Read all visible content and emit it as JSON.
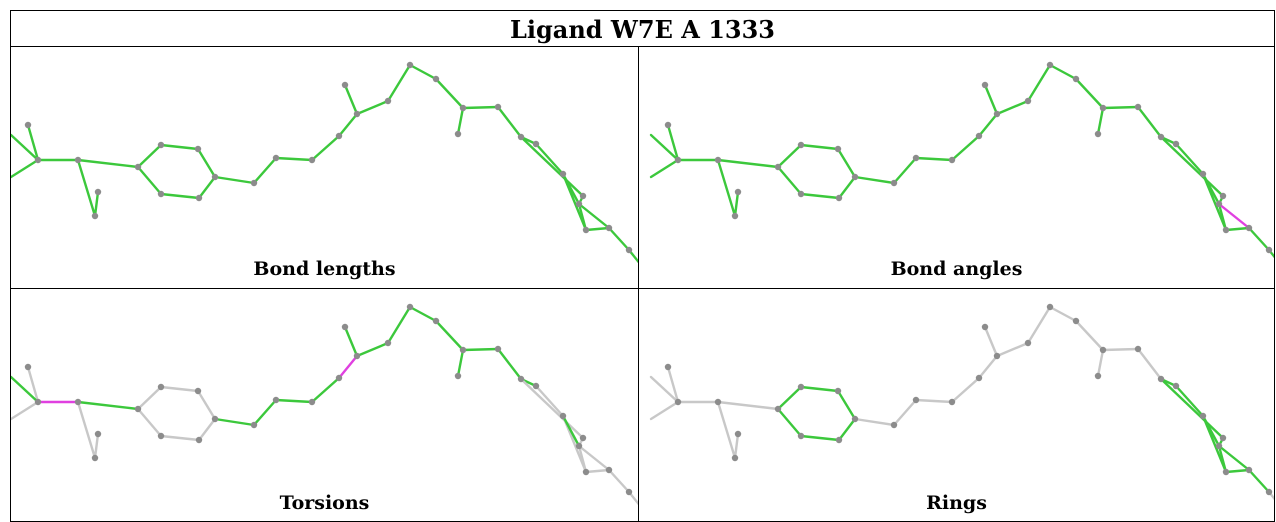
{
  "title": "Ligand W7E A 1333",
  "panels": [
    {
      "caption": "Bond lengths",
      "highlight_color": "#e040e0"
    },
    {
      "caption": "Bond angles",
      "highlight_color": "#e040e0"
    },
    {
      "caption": "Torsions",
      "highlight_color": "#e040e0"
    },
    {
      "caption": "Rings",
      "highlight_color": "#e040e0"
    }
  ],
  "colors": {
    "ok_bond": "#3cc83c",
    "neutral_bond": "#c8c8c8",
    "outlier_bond": "#e040e0",
    "atom": "#8c8c8c"
  }
}
